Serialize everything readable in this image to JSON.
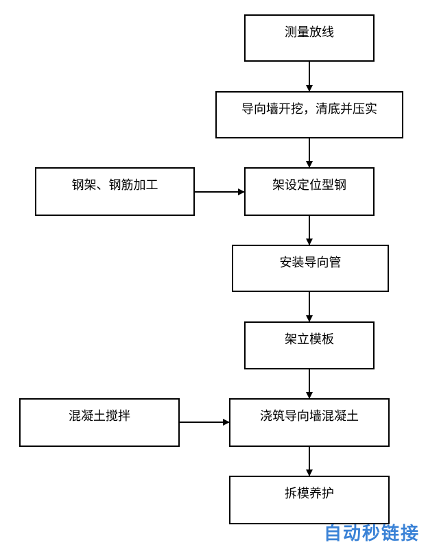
{
  "steps": [
    "测量放线",
    "导向墙开挖，清底并压实",
    "架设定位型钢",
    "安装导向管",
    "架立模板",
    "浇筑导向墙混凝土",
    "拆模养护"
  ],
  "side_inputs": [
    "钢架、钢筋加工",
    "混凝土搅拌"
  ],
  "watermark": "自动秒链接"
}
